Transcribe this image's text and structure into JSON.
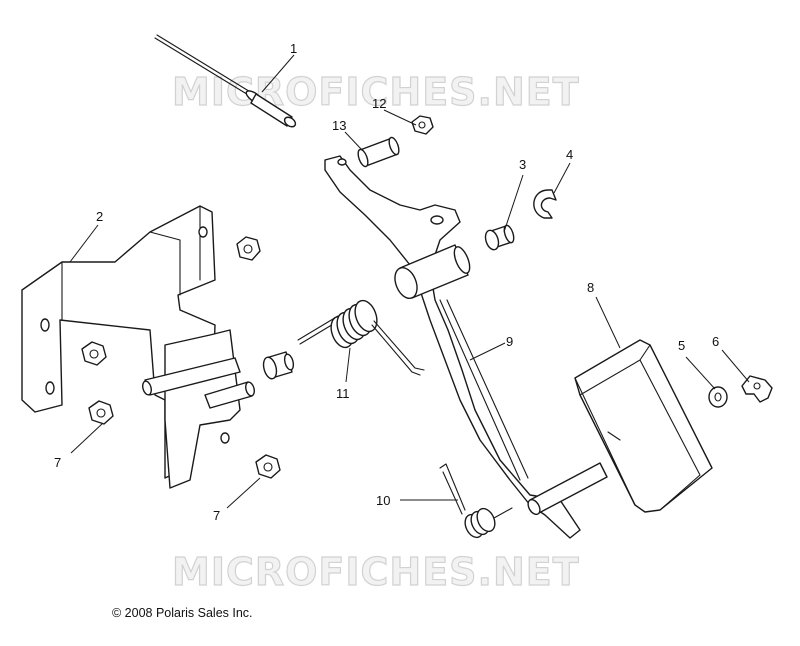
{
  "watermark_text": "MICROFICHES.NET",
  "copyright": "© 2008 Polaris Sales Inc.",
  "callouts": {
    "c1": "1",
    "c2": "2",
    "c3": "3",
    "c4": "4",
    "c5": "5",
    "c6": "6",
    "c7a": "7",
    "c7b": "7",
    "c8": "8",
    "c9": "9",
    "c10": "10",
    "c11": "11",
    "c12": "12",
    "c13": "13"
  }
}
